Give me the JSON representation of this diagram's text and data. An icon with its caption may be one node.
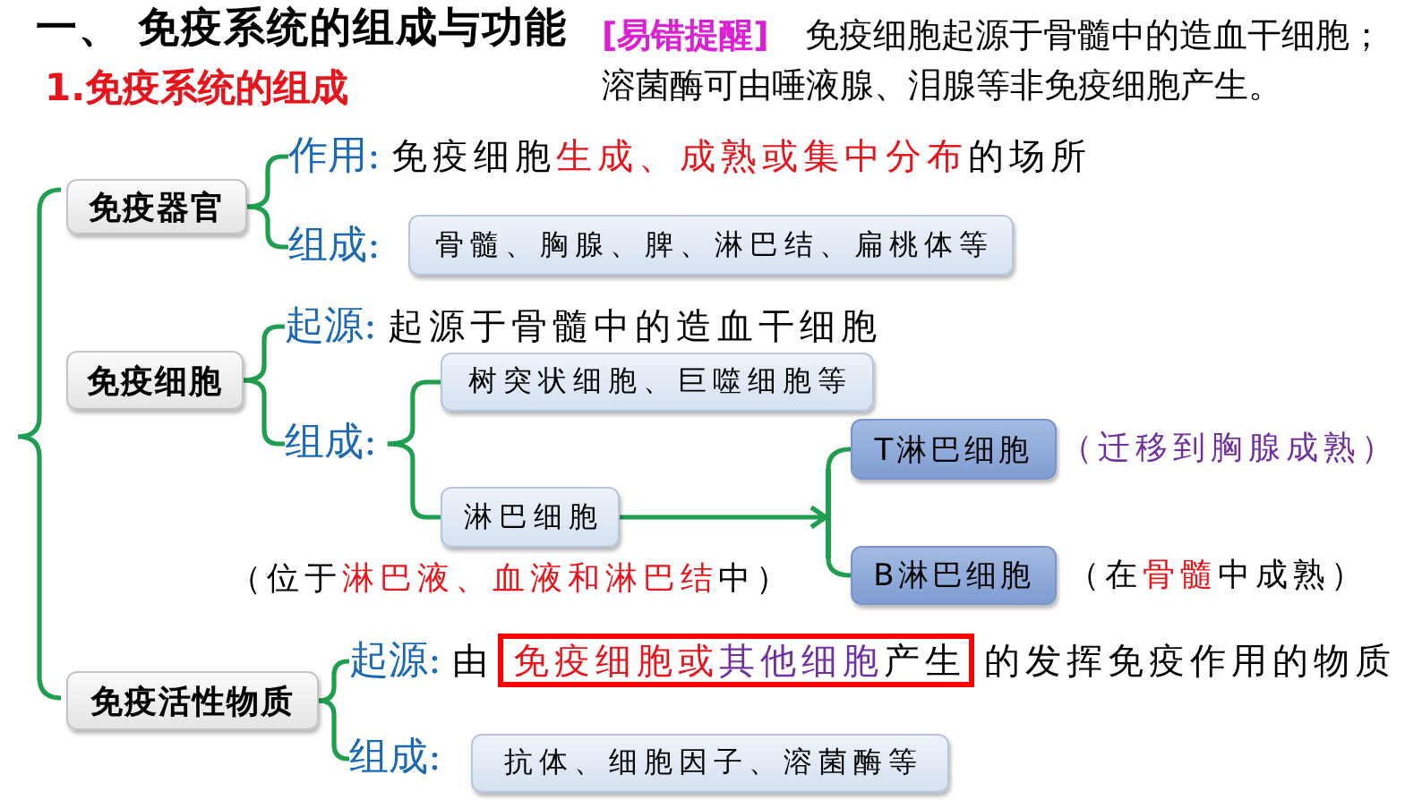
{
  "diagram": {
    "title": "一、 免疫系统的组成与功能",
    "nodes": [
      {
        "text": [
          "免疫器官"
        ]
      },
      {
        "text": [
          "作用:",
          "免疫细胞**生成、成熟或集中分布**的场所"
        ]
      },
      {
        "text": [
          "组成:"
        ]
      },
      {
        "text": [
          "骨髓、胸腺、脾、淋巴结、扁桃体等"
        ]
      },
      {
        "text": [
          "免疫细胞"
        ]
      },
      {
        "text": [
          "起源:",
          "起源于骨髓中的造血干细胞"
        ]
      },
      {
        "text": [
          "组成:"
        ]
      },
      {
        "text": [
          "树突状细胞、巨噬细胞等"
        ]
      },
      {
        "text": [
          "淋巴细胞"
        ],
        "beside": [
          "（位于**淋巴液、血液和淋巴结**中）"
        ]
      },
      {
        "text": [],
        "shape": "bar"
      },
      {
        "text": [
          "T淋巴细胞"
        ],
        "beside": [
          "（迁移到胸腺成熟）"
        ]
      },
      {
        "text": [
          "B淋巴细胞"
        ],
        "beside": [
          "（在**骨髓**中成熟）"
        ]
      },
      {
        "text": [
          "免疫活性物质"
        ]
      },
      {
        "text": [
          "起源:",
          "由**免疫细胞或**其他细胞产生的发挥免疫作用的物质"
        ]
      },
      {
        "text": [
          "组成:"
        ]
      },
      {
        "text": [
          "抗体、细胞因子、溶菌酶等"
        ]
      }
    ],
    "edges": [
      {
        "from": 0,
        "to": 1,
        "arrow": "none"
      },
      {
        "from": 0,
        "to": 2,
        "arrow": "none"
      },
      {
        "from": 4,
        "to": 5,
        "arrow": "none"
      },
      {
        "from": 4,
        "to": 6,
        "arrow": "none"
      },
      {
        "from": 6,
        "to": 7,
        "arrow": "none"
      },
      {
        "from": 6,
        "to": 8,
        "arrow": "none"
      },
      {
        "from": 8,
        "to": 9,
        "arrow": "to"
      },
      {
        "from": 9,
        "to": 10,
        "arrow": "none"
      },
      {
        "from": 9,
        "to": 11,
        "arrow": "none"
      },
      {
        "from": 12,
        "to": 13,
        "arrow": "none"
      },
      {
        "from": 12,
        "to": 14,
        "arrow": "none"
      }
    ],
    "labels": [
      "1.免疫系统的组成",
      "**[易错提醒]** 免疫细胞起源于骨髓中的造血干细胞；溶菌酶可由唾液腺、泪腺等非免疫细胞产生。"
    ]
  }
}
